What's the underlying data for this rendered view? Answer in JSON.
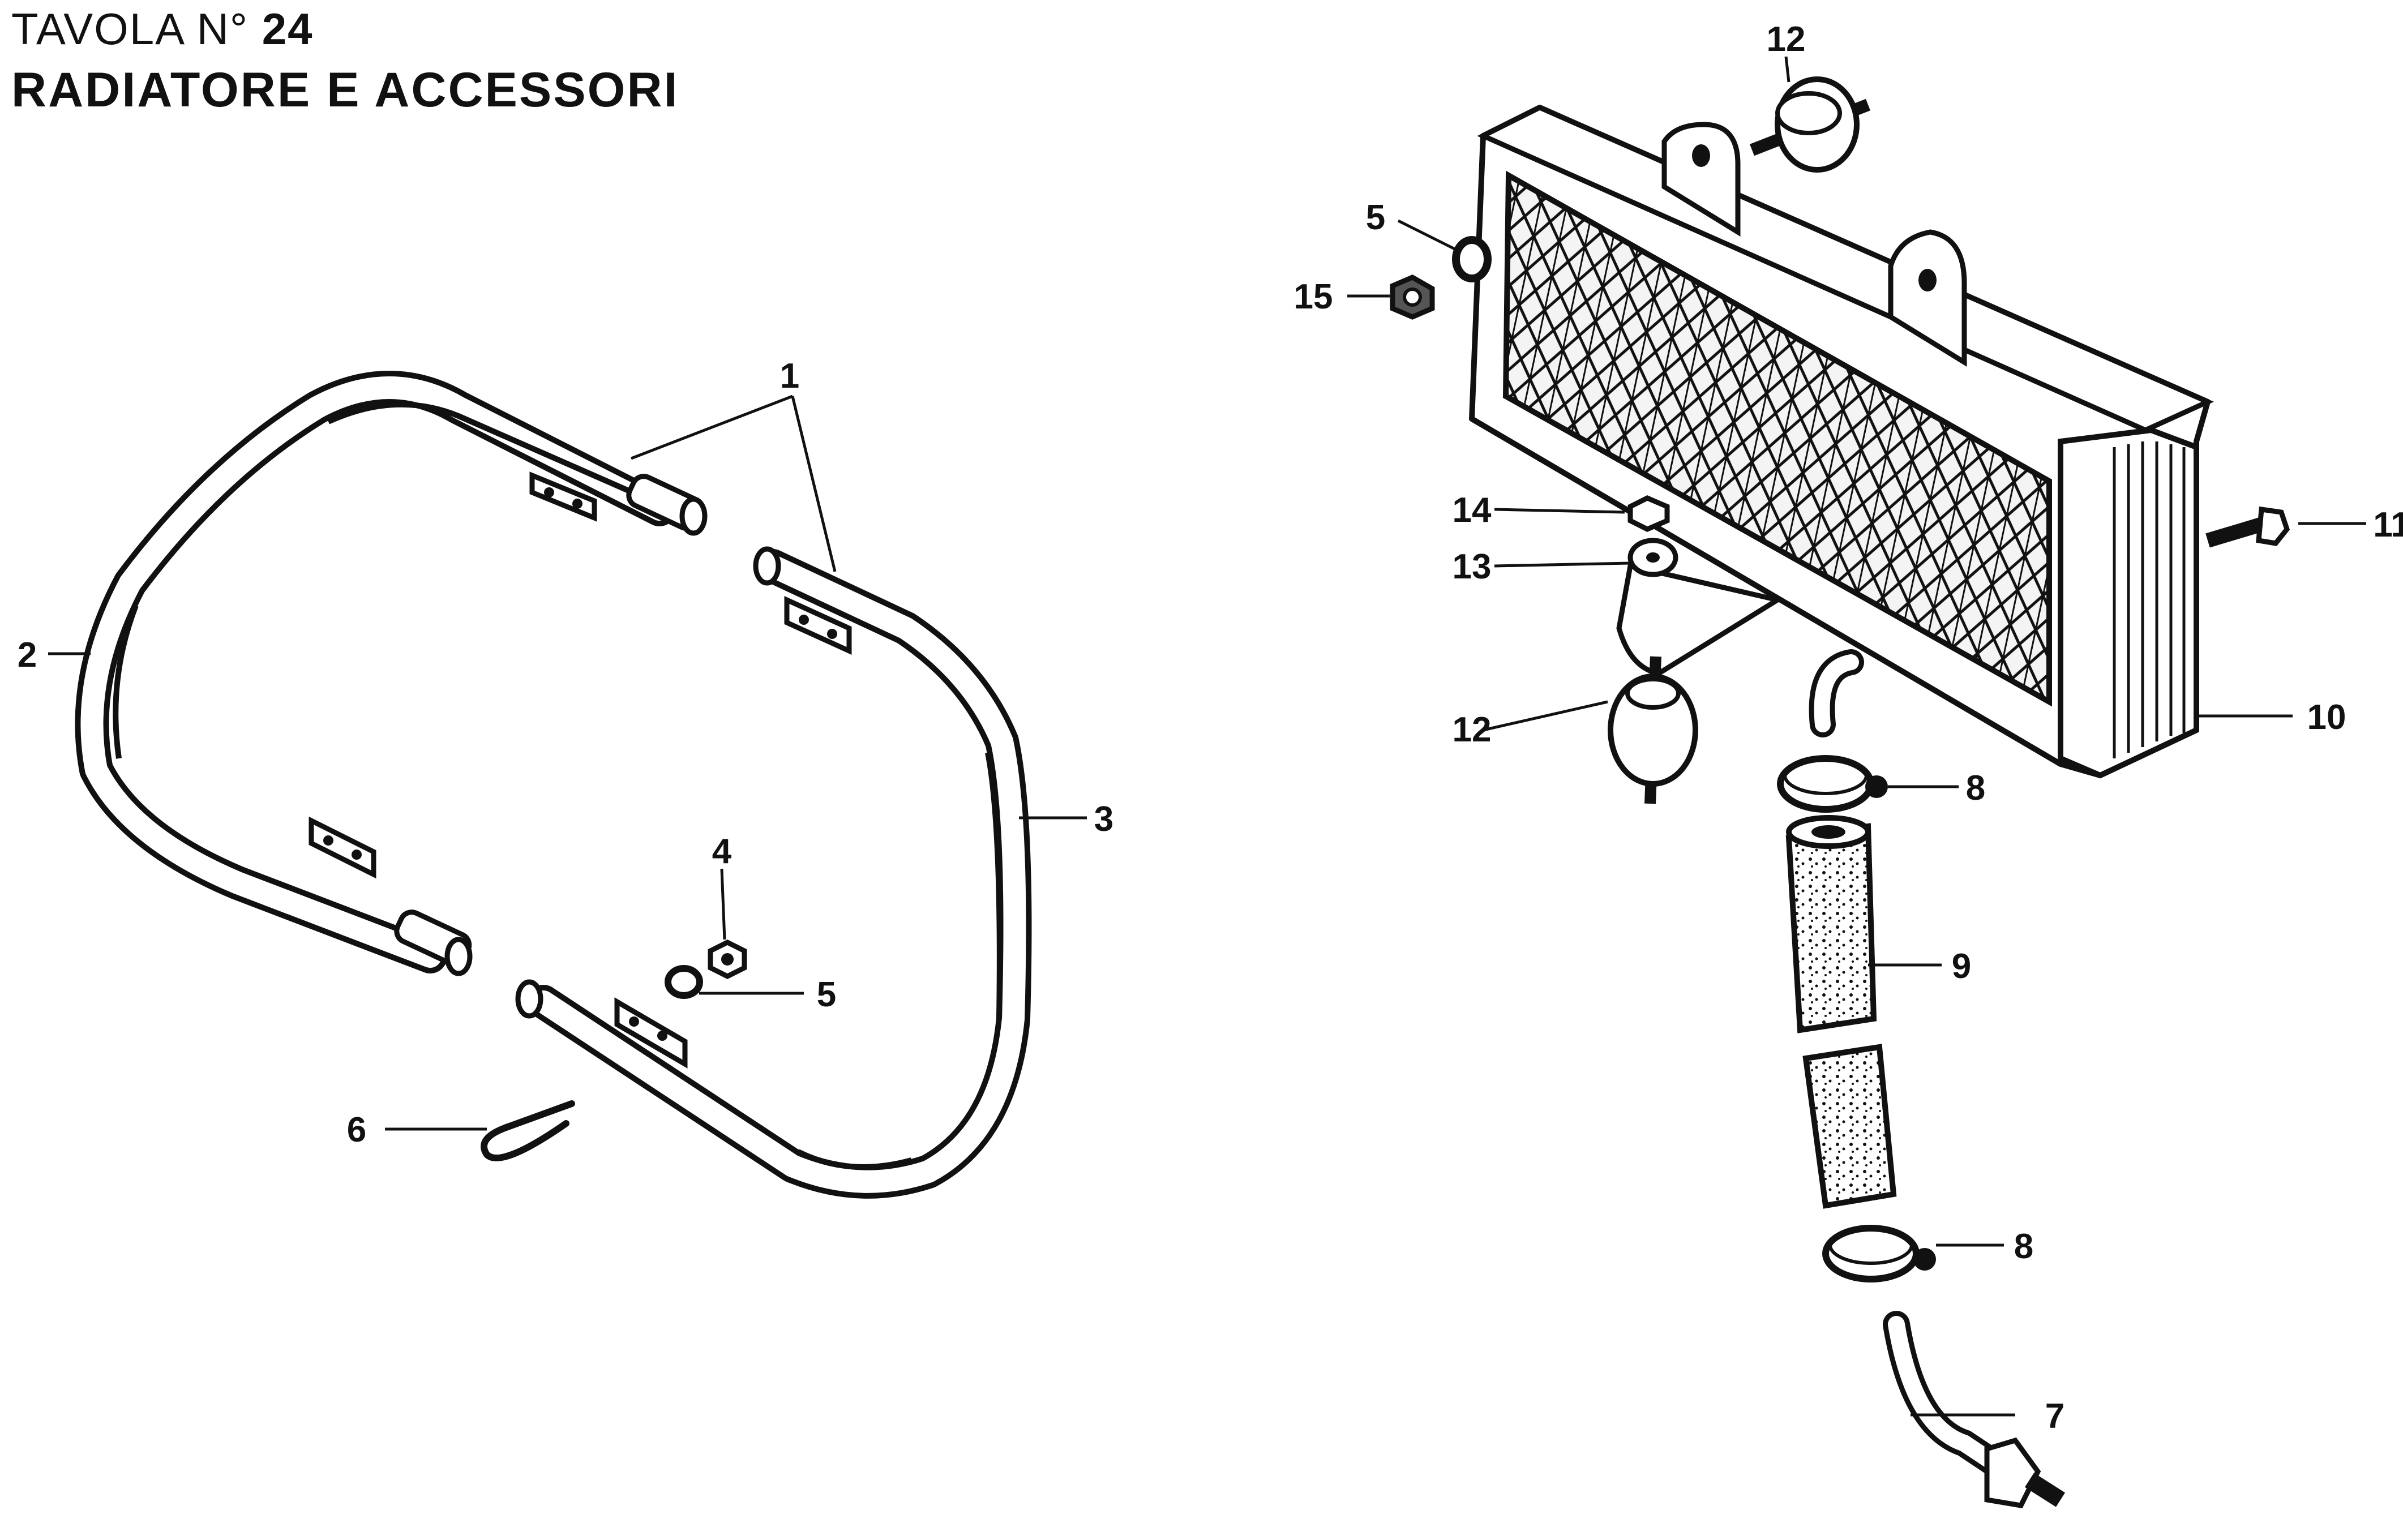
{
  "header": {
    "plate_label": "TAVOLA",
    "plate_no_symbol": "N°",
    "plate_number": "24",
    "title": "RADIATORE E ACCESSORI"
  },
  "callouts": {
    "c1": "1",
    "c2": "2",
    "c3": "3",
    "c4": "4",
    "c5_left": "5",
    "c5_right": "5",
    "c6": "6",
    "c7": "7",
    "c8_top": "8",
    "c8_bottom": "8",
    "c9": "9",
    "c10": "10",
    "c11": "11",
    "c12_top": "12",
    "c12_bottom": "12",
    "c13": "13",
    "c14": "14",
    "c15": "15"
  }
}
